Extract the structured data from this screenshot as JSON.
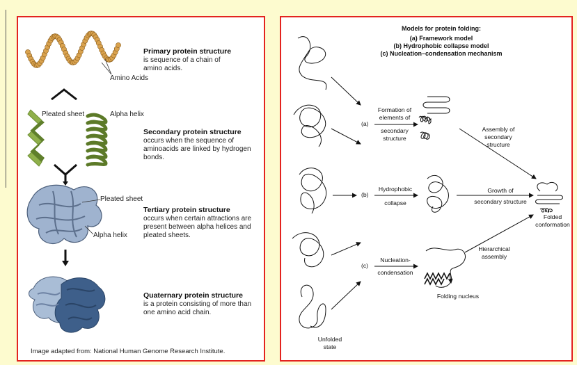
{
  "left": {
    "primary": {
      "title": "Primary protein structure",
      "desc": "is sequence of a chain of amino acids.",
      "label": "Amino Acids"
    },
    "secondary": {
      "title": "Secondary protein structure",
      "desc": "occurs when the sequence of aminoacids are linked by hydrogen bonds.",
      "label_sheet": "Pleated sheet",
      "label_helix": "Alpha helix"
    },
    "tertiary": {
      "title": "Tertiary protein structure",
      "desc": "occurs when certain attractions are present between alpha helices and pleated sheets.",
      "label_sheet": "Pleated sheet",
      "label_helix": "Alpha helix"
    },
    "quaternary": {
      "title": "Quaternary protein structure",
      "desc": "is a protein consisting of more than one amino acid chain."
    },
    "credit": "Image adapted from: National Human Genome Research Institute."
  },
  "right": {
    "title": "Models for protein folding:",
    "model_a": "(a) Framework model",
    "model_b": "(b) Hydrophobic collapse model",
    "model_c": "(c) Nucleation–condensation mechanism",
    "a_marker": "(a)",
    "b_marker": "(b)",
    "c_marker": "(c)",
    "a_step": [
      "Formation of",
      "elements of",
      "secondary",
      "structure"
    ],
    "a_assembly": [
      "Assembly of",
      "secondary",
      "structure"
    ],
    "b_step": [
      "Hydrophobic",
      "collapse"
    ],
    "b_growth": [
      "Growth of",
      "secondary structure"
    ],
    "c_step": [
      "Nucleation-",
      "condensation"
    ],
    "c_hier": [
      "Hierarchical",
      "assembly"
    ],
    "nucleus": "Folding nucleus",
    "folded": [
      "Folded",
      "conformation"
    ],
    "unfolded": [
      "Unfolded",
      "state"
    ]
  },
  "colors": {
    "panel_border": "#e3231f",
    "background": "#fdfbcf",
    "bead": "#d9a24e",
    "helix_green": "#5c7a28",
    "sheet_green": "#8fb04a",
    "tertiary_blue": "#9fb3cf",
    "quaternary_dark": "#3e5f8a"
  }
}
